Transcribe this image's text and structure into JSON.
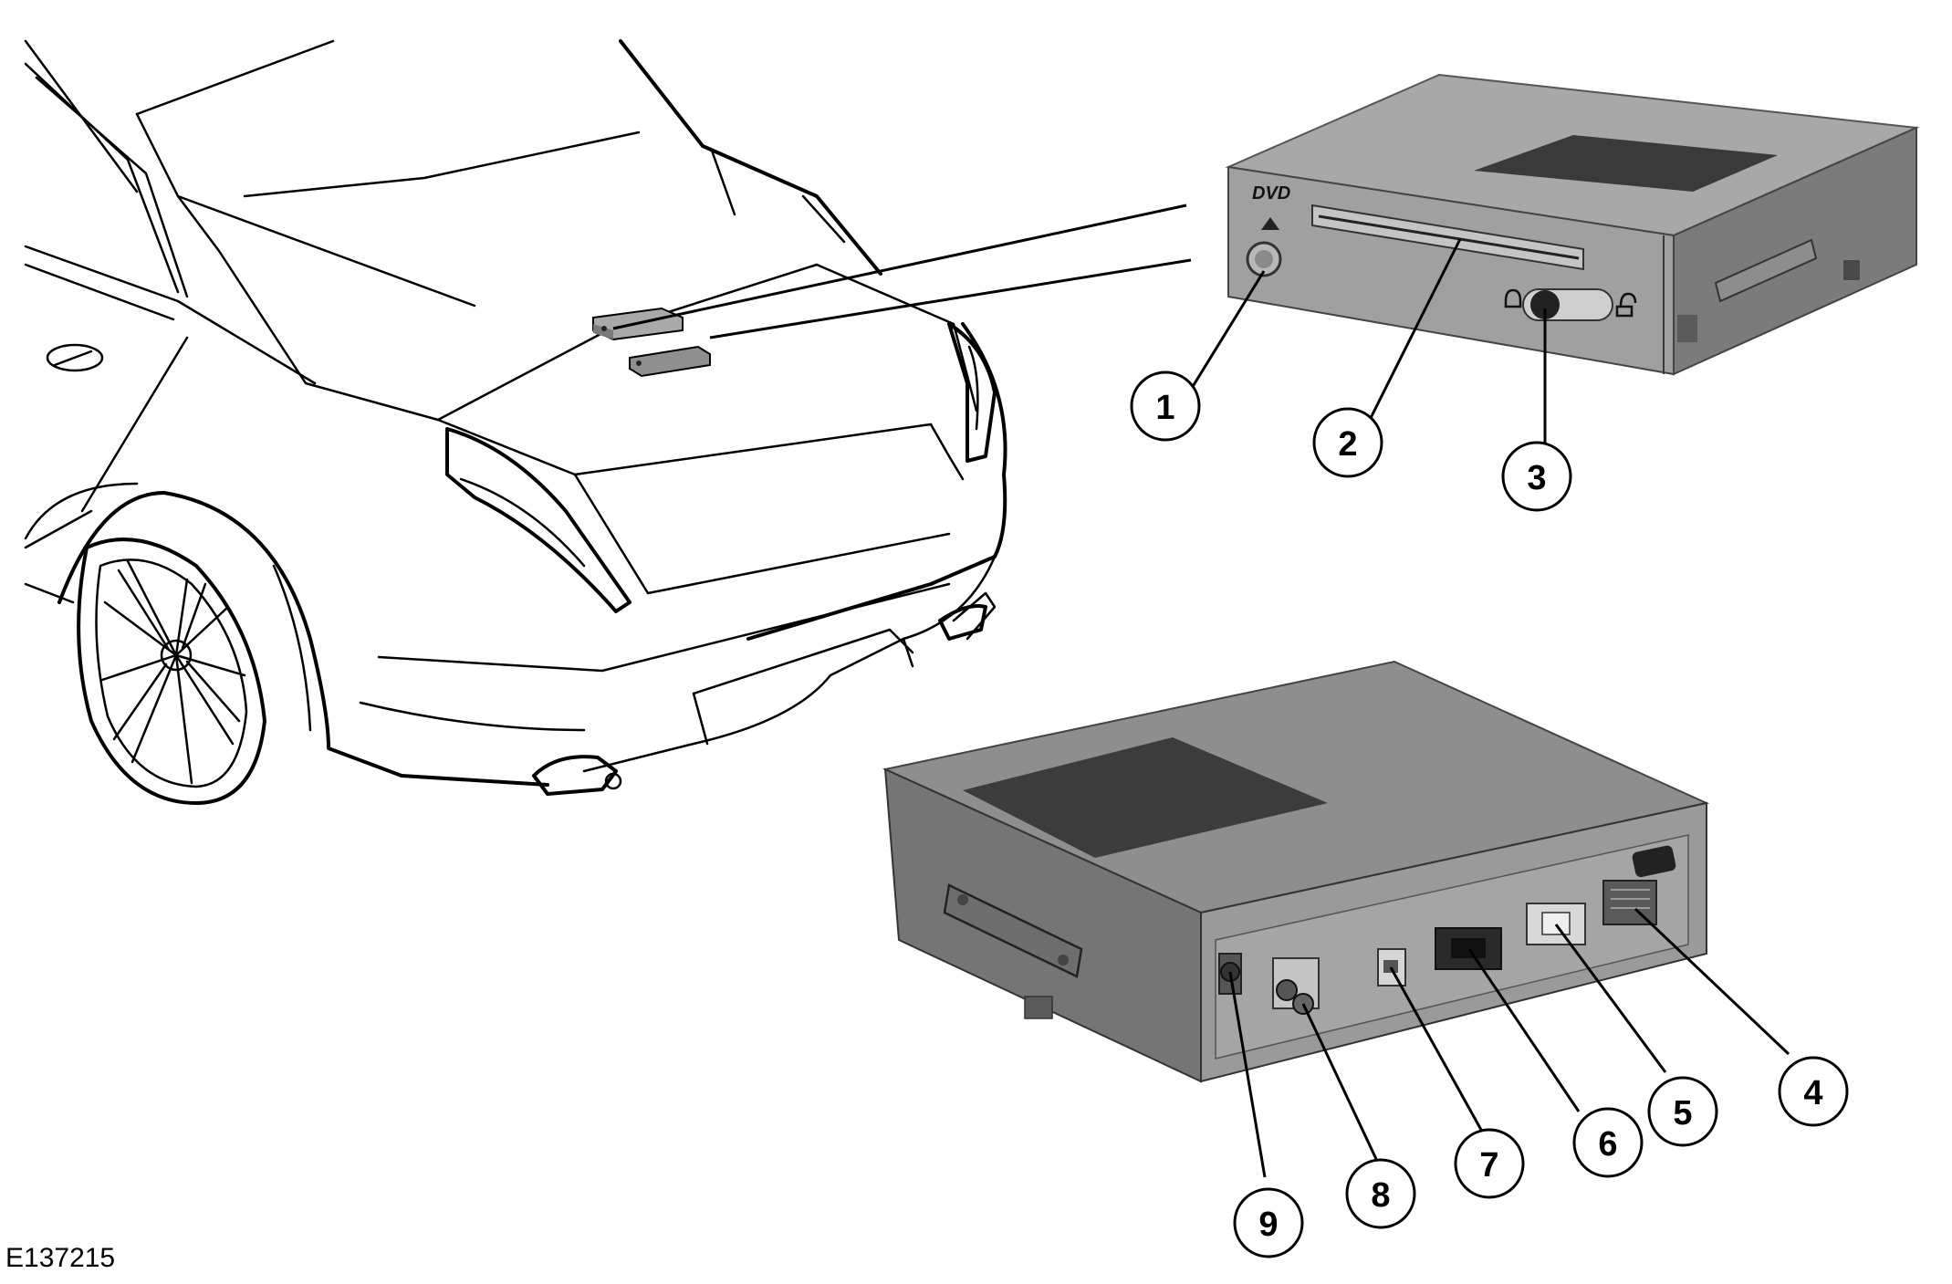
{
  "figure": {
    "code": "E137215",
    "logo_text": "DVD"
  },
  "colors": {
    "unit_light": "#a7a7a7",
    "unit_mid": "#8f8f8f",
    "unit_dark": "#737373",
    "panel": "#3d3d3d",
    "outline": "#000000"
  },
  "callouts": [
    {
      "id": "1",
      "label": "1"
    },
    {
      "id": "2",
      "label": "2"
    },
    {
      "id": "3",
      "label": "3"
    },
    {
      "id": "4",
      "label": "4"
    },
    {
      "id": "5",
      "label": "5"
    },
    {
      "id": "6",
      "label": "6"
    },
    {
      "id": "7",
      "label": "7"
    },
    {
      "id": "8",
      "label": "8"
    },
    {
      "id": "9",
      "label": "9"
    }
  ]
}
